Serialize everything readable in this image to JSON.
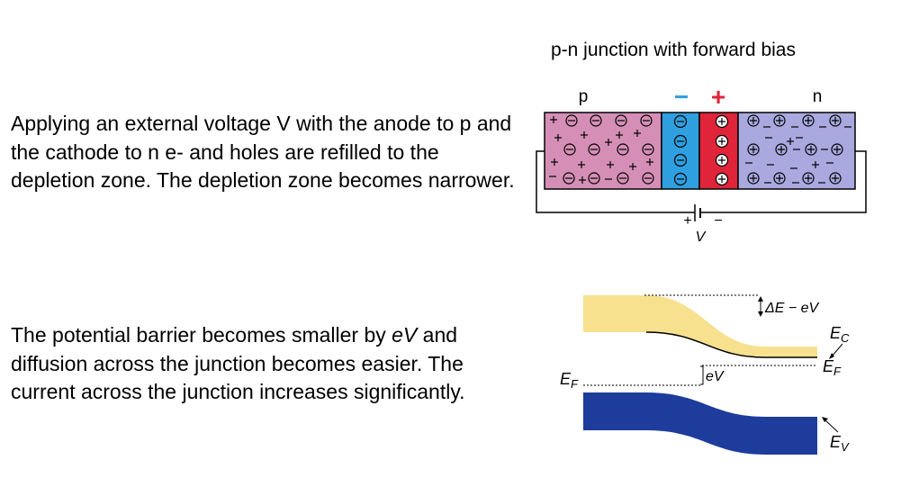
{
  "paragraphs": {
    "p1": "Applying an external voltage V with the anode to p and the cathode to n e- and holes are refilled to the depletion zone. The depletion zone becomes narrower.",
    "p2_start": "The potential barrier becomes smaller by ",
    "p2_em": "eV",
    "p2_end": " and diffusion across the junction becomes easier. The current across the junction increases significantly."
  },
  "junction": {
    "title": "p-n junction with forward bias",
    "p_label": "p",
    "n_label": "n",
    "minus_sign": "−",
    "plus_sign": "+",
    "battery_plus": "+",
    "battery_minus": "−",
    "battery_label": "V",
    "colors": {
      "p": "#d58fb6",
      "depletion_neg": "#2f9fe0",
      "depletion_pos": "#e0243a",
      "n": "#a9a9e0",
      "minus_label": "#2f9fe0",
      "plus_label": "#e0243a"
    }
  },
  "bands": {
    "delta_label": "ΔE − eV",
    "ec": "E",
    "ec_sub": "C",
    "ef_right": "E",
    "ef_right_sub": "F",
    "ef_left": "E",
    "ef_left_sub": "F",
    "ev": "E",
    "ev_sub": "V",
    "ev_gap": "eV",
    "colors": {
      "conduction": "#f7e08e",
      "valence": "#1d3c9c"
    }
  }
}
